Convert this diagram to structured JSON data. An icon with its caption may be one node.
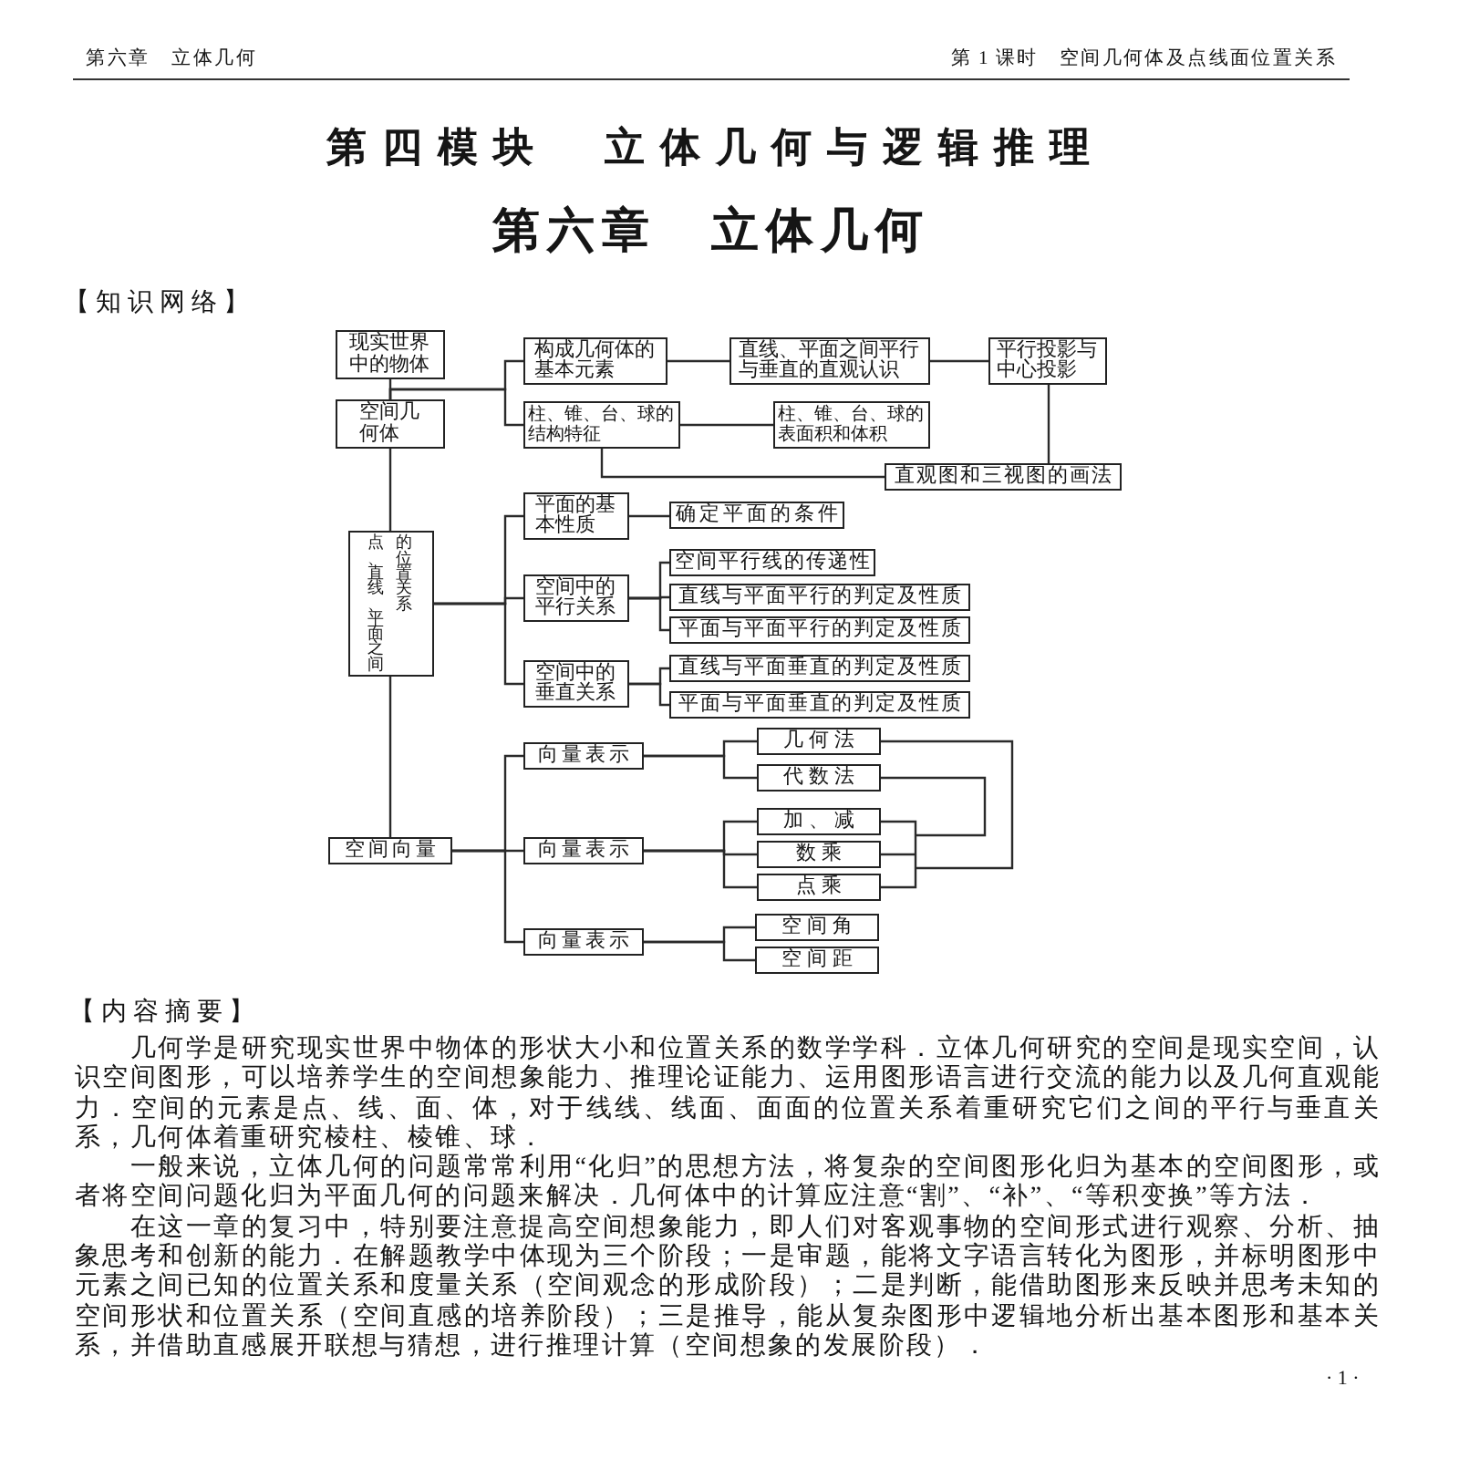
{
  "diagram": {
    "title": "第四模块　立体几何与逻辑推理",
    "nodes": [
      {
        "text": [
          "现实世界中的物体"
        ]
      },
      {
        "text": [
          "空间几何体"
        ]
      },
      {
        "text": [
          "构成几何体的基本元素"
        ]
      },
      {
        "text": [
          "柱、锥、台、球的结构特征"
        ]
      },
      {
        "text": [
          "直线、平面之间平行与垂直的直观认识"
        ]
      },
      {
        "text": [
          "平行投影与中心投影"
        ]
      },
      {
        "text": [
          "柱、锥、台、球的表面积和体积"
        ]
      },
      {
        "text": [
          "直观图和三视图的画法"
        ]
      },
      {
        "text": [
          "点、直线、平面之间的位置关系"
        ]
      },
      {
        "text": [
          "平面的基本性质"
        ]
      },
      {
        "text": [
          "空间中的平行关系"
        ]
      },
      {
        "text": [
          "空间中的垂直关系"
        ]
      },
      {
        "text": [
          "确定平面的条件"
        ]
      },
      {
        "text": [
          "空间平行线的传递性"
        ]
      },
      {
        "text": [
          "直线与平面平行的判定及性质"
        ]
      },
      {
        "text": [
          "平面与平面平行的判定及性质"
        ]
      },
      {
        "text": [
          "直线与平面垂直的判定及性质"
        ]
      },
      {
        "text": [
          "平面与平面垂直的判定及性质"
        ]
      },
      {
        "text": [
          "空间向量"
        ]
      },
      {
        "text": [
          "向量表示"
        ]
      },
      {
        "text": [
          "向量表示"
        ]
      },
      {
        "text": [
          "向量表示"
        ]
      },
      {
        "text": [
          "几何法"
        ]
      },
      {
        "text": [
          "代数法"
        ]
      },
      {
        "text": [
          "加、减"
        ]
      },
      {
        "text": [
          "数乘"
        ]
      },
      {
        "text": [
          "点乘"
        ]
      },
      {
        "text": [
          "空间角"
        ]
      },
      {
        "text": [
          "空间距"
        ]
      }
    ],
    "edges": [
      {
        "from": 0,
        "to": 1,
        "arrow": "none"
      },
      {
        "from": 1,
        "to": 2,
        "arrow": "none"
      },
      {
        "from": 1,
        "to": 3,
        "arrow": "none"
      },
      {
        "from": 2,
        "to": 4,
        "arrow": "none"
      },
      {
        "from": 4,
        "to": 5,
        "arrow": "none"
      },
      {
        "from": 3,
        "to": 6,
        "arrow": "none"
      },
      {
        "from": 3,
        "to": 7,
        "arrow": "none"
      },
      {
        "from": 5,
        "to": 7,
        "arrow": "none"
      },
      {
        "from": 1,
        "to": 8,
        "arrow": "none"
      },
      {
        "from": 8,
        "to": 9,
        "arrow": "none"
      },
      {
        "from": 8,
        "to": 10,
        "arrow": "none"
      },
      {
        "from": 8,
        "to": 11,
        "arrow": "none"
      },
      {
        "from": 9,
        "to": 12,
        "arrow": "none"
      },
      {
        "from": 10,
        "to": 13,
        "arrow": "none"
      },
      {
        "from": 10,
        "to": 14,
        "arrow": "none"
      },
      {
        "from": 10,
        "to": 15,
        "arrow": "none"
      },
      {
        "from": 11,
        "to": 16,
        "arrow": "none"
      },
      {
        "from": 11,
        "to": 17,
        "arrow": "none"
      },
      {
        "from": 8,
        "to": 18,
        "arrow": "none"
      },
      {
        "from": 18,
        "to": 19,
        "arrow": "none"
      },
      {
        "from": 18,
        "to": 20,
        "arrow": "none"
      },
      {
        "from": 18,
        "to": 21,
        "arrow": "none"
      },
      {
        "from": 19,
        "to": 22,
        "arrow": "none"
      },
      {
        "from": 19,
        "to": 23,
        "arrow": "none"
      },
      {
        "from": 20,
        "to": 24,
        "arrow": "none"
      },
      {
        "from": 20,
        "to": 25,
        "arrow": "none"
      },
      {
        "from": 20,
        "to": 26,
        "arrow": "none"
      },
      {
        "from": 21,
        "to": 27,
        "arrow": "none"
      },
      {
        "from": 21,
        "to": 28,
        "arrow": "none"
      },
      {
        "from": 22,
        "to": 24,
        "arrow": "none"
      },
      {
        "from": 22,
        "to": 25,
        "arrow": "none"
      },
      {
        "from": 22,
        "to": 26,
        "arrow": "none"
      },
      {
        "from": 23,
        "to": 24,
        "arrow": "none"
      },
      {
        "from": 23,
        "to": 25,
        "arrow": "none"
      },
      {
        "from": 23,
        "to": 26,
        "arrow": "none"
      }
    ],
    "labels": [
      "第六章　立体几何",
      "第 1 课时　空间几何体及点线面位置关系",
      "第六章　立体几何",
      "【知识网络】",
      "【内容摘要】",
      "几何学是研究现实世界中物体的形状大小和位置关系的数学学科．立体几何研究的空间是现实空间，认识空间图形，可以培养学生的空间想象能力、推理论证能力、运用图形语言进行交流的能力以及几何直观能力．空间的元素是点、线、面、体，对于线线、线面、面面的位置关系着重研究它们之间的平行与垂直关系，几何体着重研究棱柱、棱锥、球．",
      "一般来说，立体几何的问题常常利用“化归”的思想方法，将复杂的空间图形化归为基本的空间图形，或者将空间问题化归为平面几何的问题来解决．几何体中的计算应注意“割”、“补”、“等积变换”等方法．",
      "在这一章的复习中，特别要注意提高空间想象能力，即人们对客观事物的空间形式进行观察、分析、抽象思考和创新的能力．在解题教学中体现为三个阶段；一是审题，能将文字语言转化为图形，并标明图形中元素之间已知的位置关系和度量关系（空间观念的形成阶段）；二是判断，能借助图形来反映并思考未知的空间形状和位置关系（空间直感的培养阶段）；三是推导，能从复杂图形中逻辑地分析出基本图形和基本关系，并借助直感展开联想与猜想，进行推理计算（空间想象的发展阶段）．",
      "· 1 ·"
    ]
  }
}
